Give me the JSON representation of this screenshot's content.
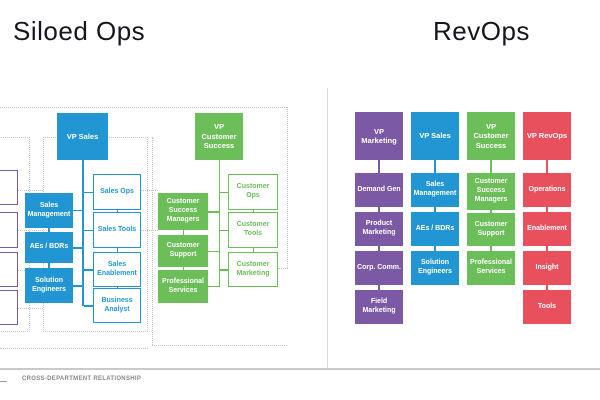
{
  "titles": {
    "left": "Siloed Ops",
    "right": "RevOps"
  },
  "legend": {
    "cross_department_label": "CROSS-DEPARTMENT RELATIONSHIP"
  },
  "colors": {
    "blue": "#2196d3",
    "green": "#6cbe58",
    "purple": "#7b59a5",
    "red": "#e8505e",
    "dash_gray": "#c4c4c4"
  },
  "siloed_ops": {
    "sales_silo": {
      "vp_label": "VP Sales",
      "management_track": [
        "Sales Management",
        "AEs / BDRs",
        "Solution Engineers"
      ],
      "ops_track": [
        "Sales Ops",
        "Sales Tools",
        "Sales Enablement",
        "Business Analyst"
      ]
    },
    "customer_success_silo": {
      "vp_label": "VP Customer Success",
      "management_track": [
        "Customer Success Managers",
        "Customer Support",
        "Professional Services"
      ],
      "ops_track": [
        "Customer Ops",
        "Customer Tools",
        "Customer Marketing"
      ]
    }
  },
  "revops": {
    "columns": [
      {
        "vp_label": "VP Marketing",
        "reports": [
          "Demand Gen",
          "Product Marketing",
          "Corp. Comm.",
          "Field Marketing"
        ]
      },
      {
        "vp_label": "VP Sales",
        "reports": [
          "Sales Management",
          "AEs / BDRs",
          "Solution Engineers"
        ]
      },
      {
        "vp_label": "VP Customer Success",
        "reports": [
          "Customer Success Managers",
          "Customer Support",
          "Professional Services"
        ]
      },
      {
        "vp_label": "VP RevOps",
        "reports": [
          "Operations",
          "Enablement",
          "Insight",
          "Tools"
        ]
      }
    ]
  }
}
